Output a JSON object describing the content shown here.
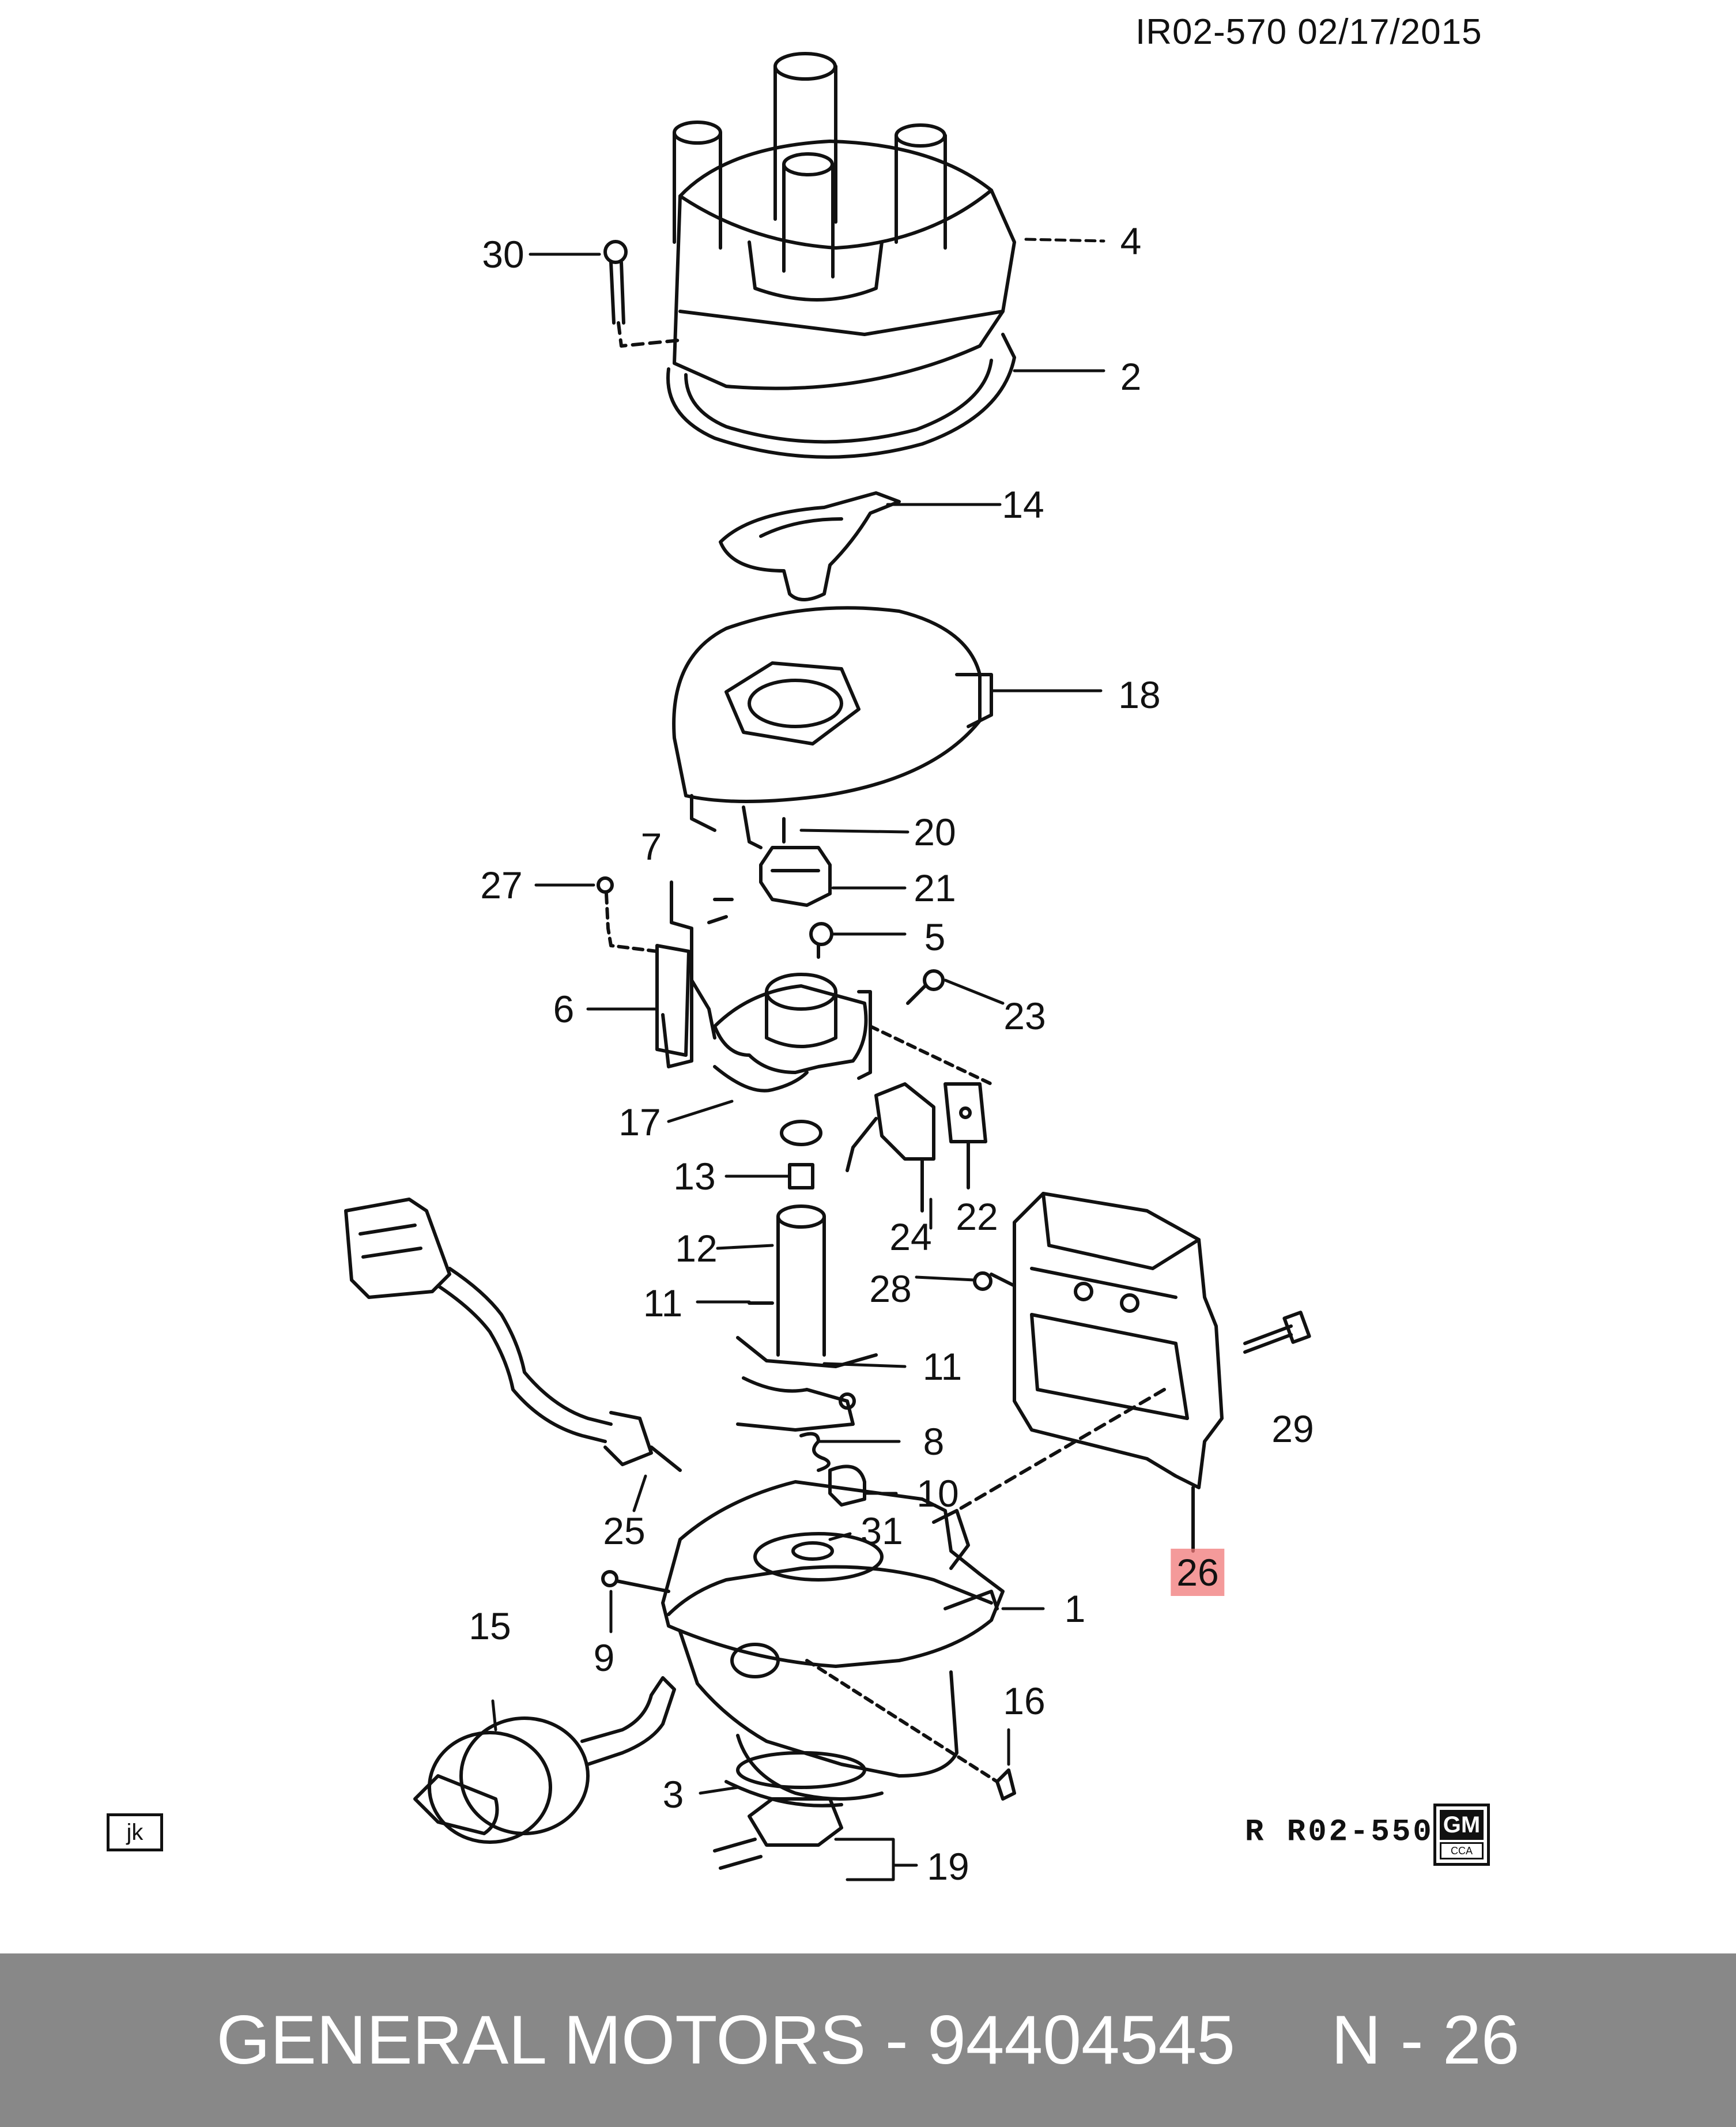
{
  "header": {
    "reference": "IR02-570  02/17/2015"
  },
  "callouts": {
    "c1": "1",
    "c2": "2",
    "c3": "3",
    "c4": "4",
    "c5": "5",
    "c6": "6",
    "c7": "7",
    "c8": "8",
    "c9": "9",
    "c10": "10",
    "c11a": "11",
    "c11b": "11",
    "c12": "12",
    "c13": "13",
    "c14": "14",
    "c15": "15",
    "c16": "16",
    "c17": "17",
    "c18": "18",
    "c19": "19",
    "c20": "20",
    "c21": "21",
    "c22": "22",
    "c23": "23",
    "c24": "24",
    "c25": "25",
    "c26": "26",
    "c27": "27",
    "c28": "28",
    "c29": "29",
    "c30": "30",
    "c31": "31"
  },
  "highlighted_part": "26",
  "highlight_color": "#f07878",
  "jk_box": "jk",
  "drawing_code": "R R02-550",
  "logo": {
    "top": "GM",
    "bottom": "CCA"
  },
  "footer": {
    "caption": "GENERAL MOTORS - 94404545     N - 26",
    "background": "#888888"
  }
}
